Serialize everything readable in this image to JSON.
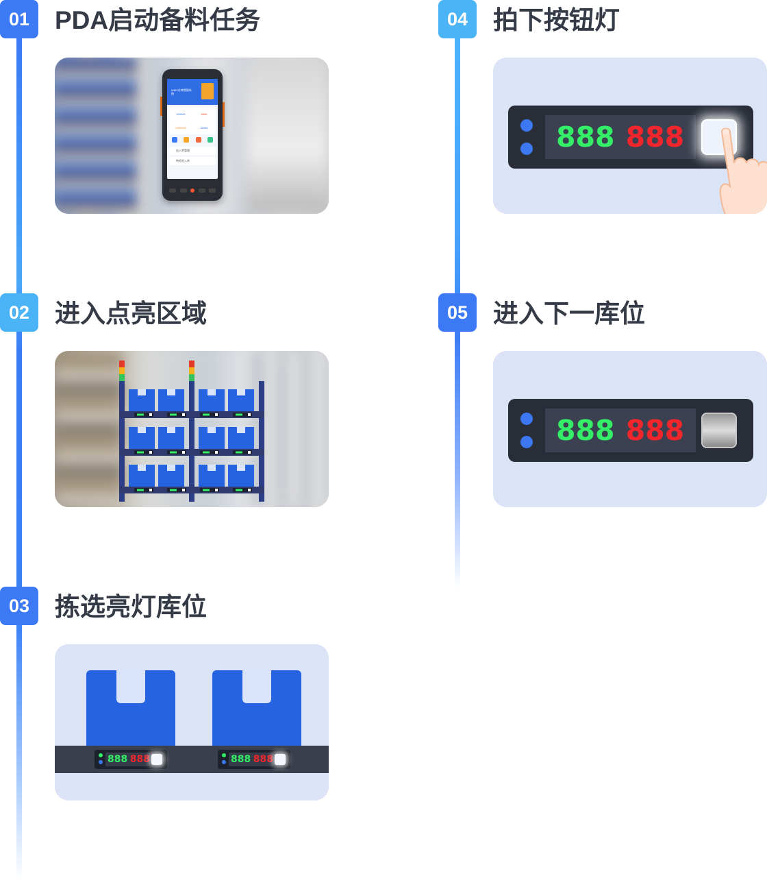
{
  "steps": [
    {
      "num": "01",
      "title": "PDA启动备料任务"
    },
    {
      "num": "02",
      "title": "进入点亮区域"
    },
    {
      "num": "03",
      "title": "拣选亮灯库位"
    },
    {
      "num": "04",
      "title": "拍下按钮灯"
    },
    {
      "num": "05",
      "title": "进入下一库位"
    }
  ],
  "display": {
    "left": "888",
    "right": "888"
  },
  "pda": {
    "app_title": "WMS仓库管理系统",
    "stats": [
      "220000",
      "8856",
      "1900000",
      "32000"
    ],
    "menu": [
      "出入库管理",
      "待检验入库"
    ]
  },
  "colors": {
    "primary": "#3c7af5",
    "secondary": "#4bb4f6",
    "card_bg": "#dbe4f6",
    "panel": "#282d38",
    "digit_green": "#33ee66",
    "digit_red": "#f0262c",
    "box_blue": "#2563e0"
  },
  "icons": [
    "phone-icon",
    "hand-pointer-icon",
    "package-box-icon",
    "tower-light-icon"
  ]
}
